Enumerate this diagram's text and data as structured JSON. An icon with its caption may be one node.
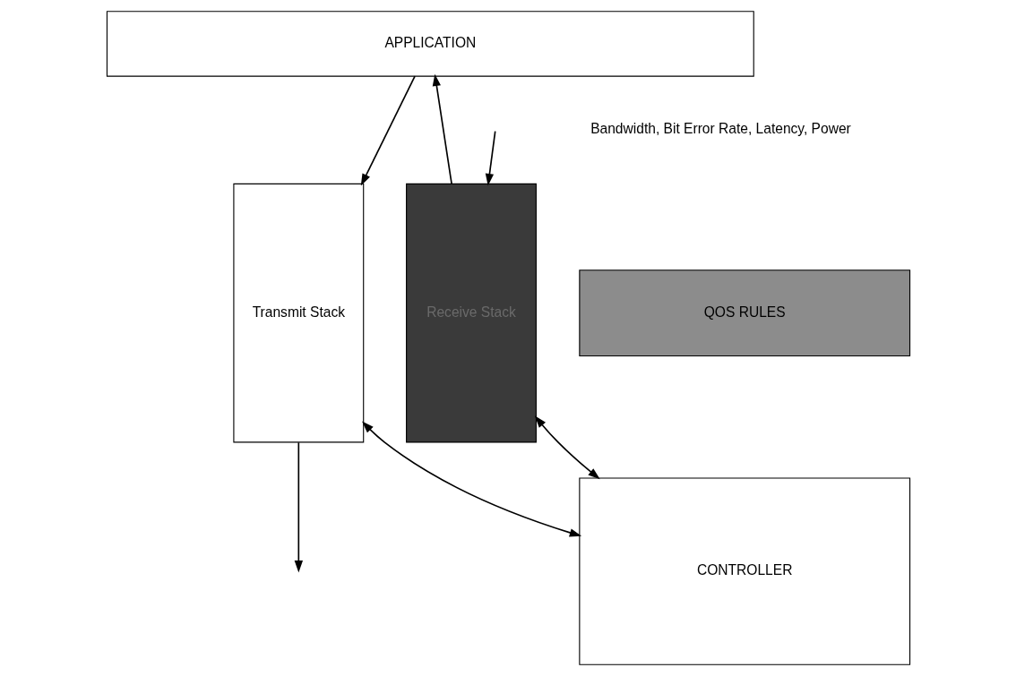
{
  "diagram": {
    "nodes": [
      {
        "text": [
          "APPLICATION"
        ]
      },
      {
        "text": [
          "Transmit Stack"
        ]
      },
      {
        "text": [
          "QOS RULES"
        ]
      },
      {
        "text": [
          "CONTROLLER"
        ]
      },
      {
        "text": [
          "Receive Stack"
        ]
      }
    ],
    "edges": [
      {
        "from": 0,
        "to": 1,
        "arrow": "to"
      },
      {
        "from": 4,
        "to": 0,
        "arrow": "to"
      },
      {
        "from": 1,
        "to": 3,
        "arrow": "both"
      },
      {
        "from": 3,
        "to": 4,
        "arrow": "both"
      },
      {
        "from": 1,
        "to": null,
        "arrow": "to"
      },
      {
        "from": null,
        "to": 4,
        "arrow": "to"
      }
    ],
    "labels": [
      "Bandwidth, Bit Error Rate, Latency, Power"
    ]
  }
}
